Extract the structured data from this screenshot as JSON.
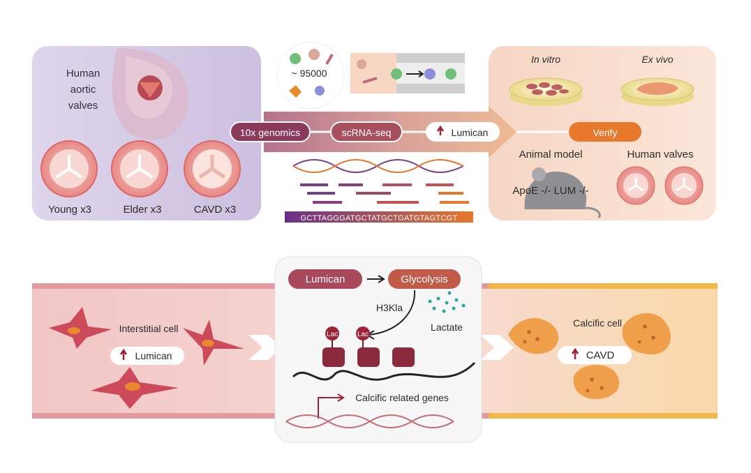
{
  "top": {
    "valves_panel": {
      "title_lines": [
        "Human",
        "aortic",
        "valves"
      ],
      "groups": [
        "Young x3",
        "Elder x3",
        "CAVD x3"
      ]
    },
    "cell_count": "~ 95000",
    "pipeline": {
      "steps": [
        "10x genomics",
        "scRNA-seq",
        "Lumican",
        "Verify"
      ],
      "colors": [
        "#8b3a5c",
        "#a8505e",
        "#ffffff",
        "#e8782c"
      ]
    },
    "sequence": "GCTTAGGGATGCTATGCTGATGTAGTCGT",
    "verify_panel": {
      "in_vitro": "In vitro",
      "ex_vivo": "Ex vivo",
      "animal_model": "Animal model",
      "genotype": "ApoE -/- LUM -/-",
      "human_valves": "Human valves"
    }
  },
  "bottom": {
    "left": {
      "cell_label": "Interstitial cell",
      "marker": "Lumican"
    },
    "center": {
      "lumican": "Lumican",
      "glycolysis": "Glycolysis",
      "mark": "H3Kla",
      "lactate": "Lactate",
      "lac_tags": [
        "Lac",
        "Lac"
      ],
      "genes": "Calcific related genes"
    },
    "right": {
      "cell_label": "Calcific cell",
      "marker": "CAVD"
    }
  },
  "colors": {
    "purple_panel": "#d9d0e8",
    "peach_panel": "#f8dcc8",
    "dark_red": "#9b2335",
    "orange": "#e8782c",
    "pink_band": "#f2c4c4",
    "yellow_band": "#f5c873"
  }
}
